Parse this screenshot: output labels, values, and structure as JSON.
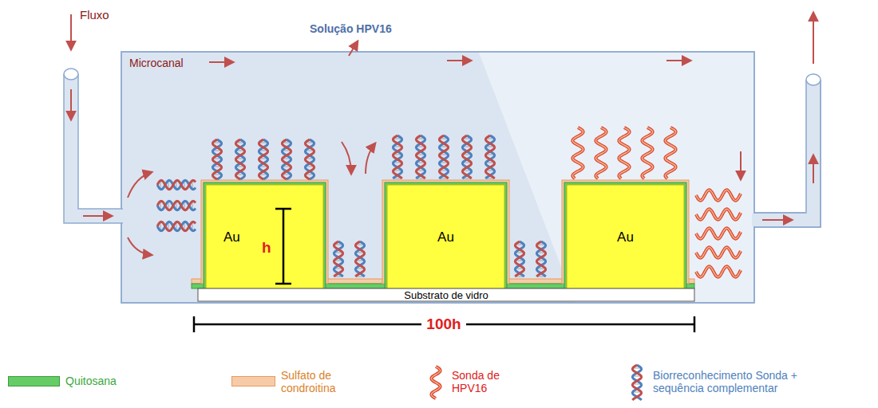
{
  "diagram": {
    "nodes": [
      {
        "text": [
          "Microcanal"
        ]
      },
      {
        "text": [
          "Au"
        ],
        "in": 0
      },
      {
        "text": [
          "Au"
        ],
        "in": 0
      },
      {
        "text": [
          "Au"
        ],
        "in": 0
      },
      {
        "text": [
          "Substrato de vidro"
        ],
        "in": 0
      }
    ],
    "labels": [
      "Fluxo",
      "Solução HPV16",
      "h",
      "100h"
    ],
    "legend": [
      {
        "text": "Quitosana",
        "color": "#66cc66"
      },
      {
        "text": "Sulfato de condroitina",
        "color": "#f8cba8"
      },
      {
        "text": "Sonda de HPV16"
      },
      {
        "text": "Biorreconhecimento Sonda + sequência complementar"
      }
    ]
  }
}
